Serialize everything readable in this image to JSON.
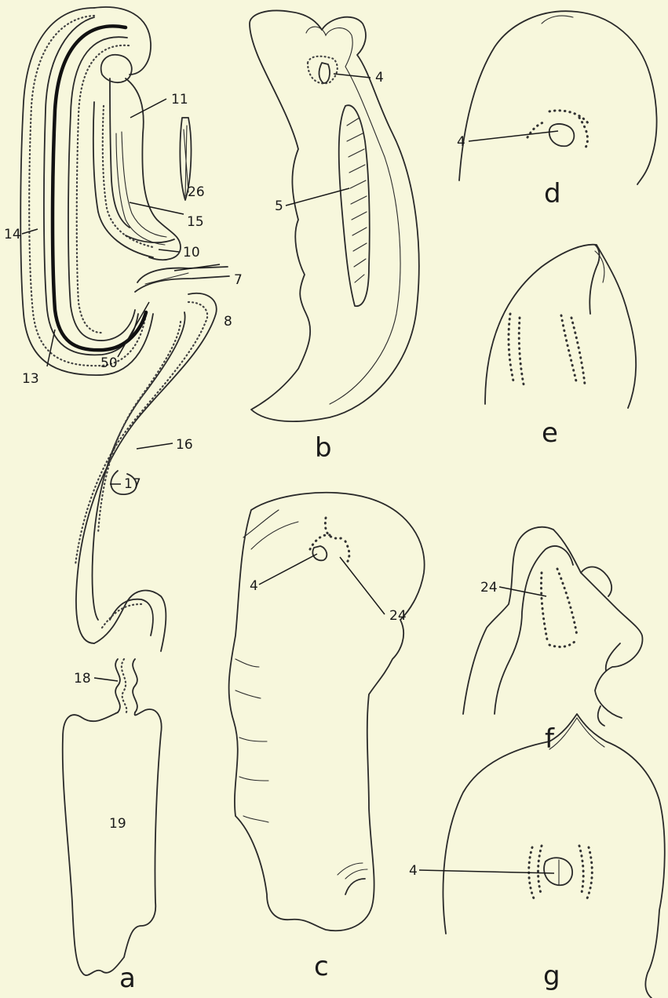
{
  "figure_a": {
    "panel_letter": "a",
    "labels": {
      "l11": "11",
      "l26": "26",
      "l15": "15",
      "l14": "14",
      "l10": "10",
      "l7": "7",
      "l8": "8",
      "l50": "50",
      "l13": "13",
      "l16": "16",
      "l17": "17",
      "l18": "18",
      "l19": "19"
    }
  },
  "figure_b": {
    "panel_letter": "b",
    "labels": {
      "l4": "4",
      "l5": "5"
    }
  },
  "figure_c": {
    "panel_letter": "c",
    "labels": {
      "l4": "4",
      "l24": "24"
    }
  },
  "figure_d": {
    "panel_letter": "d",
    "labels": {
      "l4": "4"
    }
  },
  "figure_e": {
    "panel_letter": "e"
  },
  "figure_f": {
    "panel_letter": "f",
    "labels": {
      "l24": "24"
    }
  },
  "figure_g": {
    "panel_letter": "g",
    "labels": {
      "l4": "4"
    }
  }
}
